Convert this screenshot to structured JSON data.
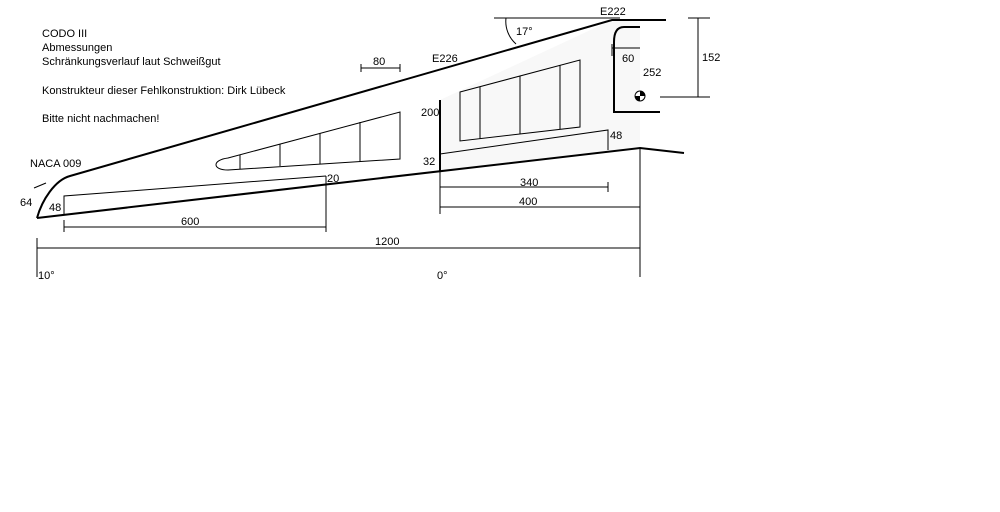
{
  "header": {
    "title": "CODO III",
    "line2": "Abmessungen",
    "line3": "Schränkungsverlauf laut Schweißgut",
    "designer": "Konstrukteur dieser Fehlkonstruktion: Dirk Lübeck",
    "warning": "Bitte nicht nachmachen!"
  },
  "profiles": {
    "tip": "NACA 009",
    "mid": "E226",
    "root": "E222"
  },
  "dimensions": {
    "tip_height": "64",
    "tip_aileron": "48",
    "aileron_tip_end": "20",
    "aileron_length": "600",
    "span": "1200",
    "mid_height": "200",
    "mid_lower": "32",
    "flap_length": "340",
    "inner_length": "400",
    "root_aileron": "48",
    "small_mark": "80",
    "root_pos": "60",
    "root_chord": "252",
    "root_height": "152",
    "sweep_angle": "17°"
  },
  "twist": {
    "tip": "10°",
    "mid": "0°"
  },
  "colors": {
    "panel_fill": "#f8f8f8",
    "line": "#000000"
  }
}
